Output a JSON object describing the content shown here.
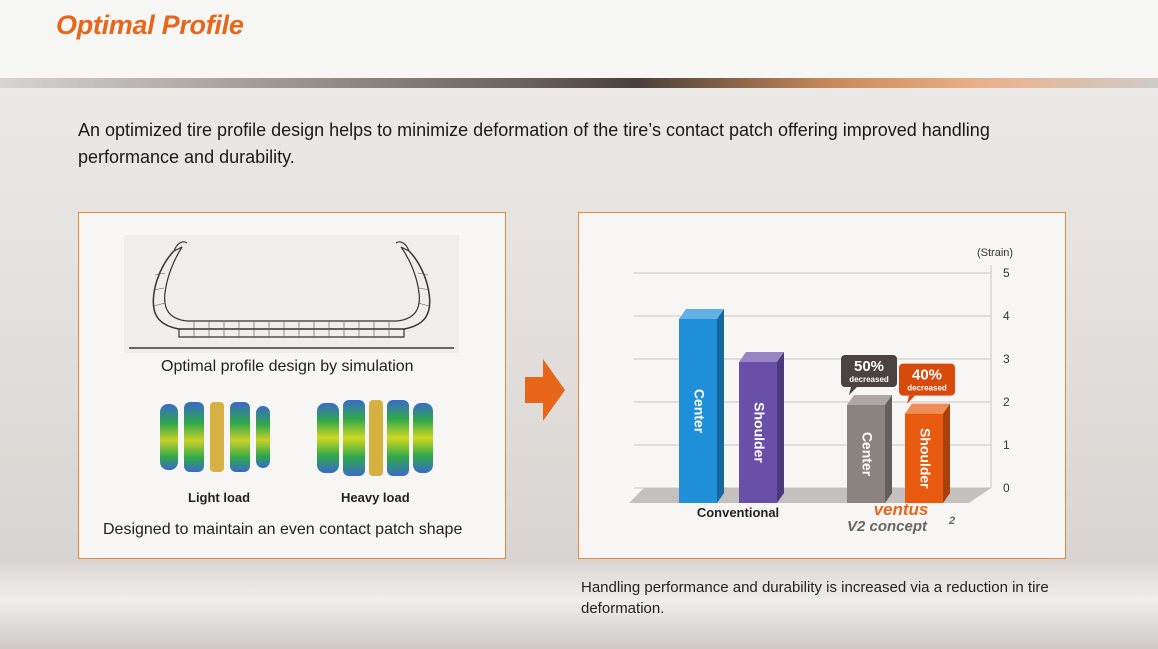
{
  "header": {
    "title": "Optimal Profile"
  },
  "intro": {
    "text": "An optimized tire profile design helps to minimize deformation of the tire’s contact patch offering improved handling performance and durability."
  },
  "left_panel": {
    "simulation_caption": "Optimal profile design by simulation",
    "light_load_label": "Light load",
    "heavy_load_label": "Heavy load",
    "bottom_caption": "Designed to maintain an even contact patch shape"
  },
  "footer": {
    "text": "Handling performance and durability is increased via a reduction in tire deformation."
  },
  "colors": {
    "accent": "#e8661a",
    "center_bar": "#1e8fd8",
    "shoulder_bar": "#6a4fa8",
    "ventus_center": "#8a8380",
    "ventus_shoulder": "#e85a10"
  },
  "chart_data": {
    "type": "bar",
    "unit_label": "(Strain)",
    "ylim": [
      0,
      5
    ],
    "ticks": [
      "5",
      "4",
      "3",
      "2",
      "1",
      "0"
    ],
    "grid": true,
    "groups": [
      {
        "label": "Conventional",
        "bars": [
          {
            "name": "Center",
            "value": 4.0
          },
          {
            "name": "Shoulder",
            "value": 3.0
          }
        ]
      },
      {
        "label": "ventus V2 concept 2",
        "logo_text": "ventus",
        "logo_sub": "V2 concept",
        "logo_sup": "2",
        "bars": [
          {
            "name": "Center",
            "value": 2.0,
            "badge_pct": "50%",
            "badge_text": "decreased"
          },
          {
            "name": "Shoulder",
            "value": 1.8,
            "badge_pct": "40%",
            "badge_text": "decreased"
          }
        ]
      }
    ]
  }
}
